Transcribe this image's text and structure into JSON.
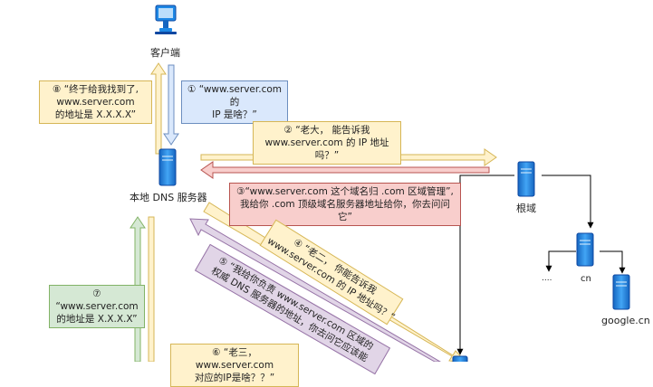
{
  "nodes": {
    "client": "客户端",
    "local_dns": "本地 DNS 服务器",
    "root": "根域",
    "cn": "cn",
    "ellipsis": "....",
    "google_cn": "google.cn"
  },
  "notes": {
    "step1_line1": "① “www.server.com 的",
    "step1_line2": "IP 是啥？”",
    "step8_line1": "⑧ “终于给我找到了,",
    "step8_line2": "www.server.com",
    "step8_line3": "的地址是 X.X.X.X”",
    "step2_line1": "② “老大， 能告诉我",
    "step2_line2": "www.server.com 的 IP 地址吗？”",
    "step3_line1": "③“www.server.com 这个域名归 .com 区域管理”,",
    "step3_line2": "我给你 .com 顶级域名服务器地址给你，你去问问它”",
    "step4_line1": "④ “老二， 你能告诉我",
    "step4_line2": "www.server.com 的 IP 地址吗？”",
    "step5_line1": "⑤ “我给你负责 www.server.com 区域的",
    "step5_line2": "权威 DNS 服务器的地址，你去问它应该能",
    "step7_line1": "⑦ “www.server.com",
    "step7_line2": "的地址是 X.X.X.X”",
    "step6_line1": "⑥ “老三， www.server.com",
    "step6_line2": "对应的IP是啥？？”"
  },
  "colors": {
    "yellow_arrow": "#fff2cc",
    "yellow_border": "#d6b656",
    "blue_arrow": "#dae8fc",
    "blue_border": "#6c8ebf",
    "red_arrow": "#f8cecc",
    "red_border": "#b85450",
    "green_arrow": "#d5e8d4",
    "green_border": "#82b366",
    "purple_arrow": "#e1d5e7",
    "purple_border": "#9673a6",
    "server_blue": "#1e88e5"
  },
  "icons": {
    "client": "computer-monitor-icon",
    "server": "server-tower-icon"
  }
}
